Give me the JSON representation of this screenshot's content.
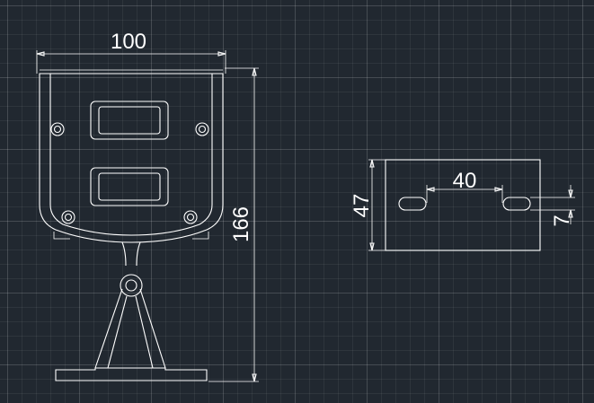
{
  "drawing": {
    "bracket_dims": {
      "width": "100",
      "height": "166"
    },
    "plate_dims": {
      "height": "47",
      "slot_spacing": "40",
      "slot_width": "7"
    },
    "colors": {
      "background": "#212830",
      "line": "#ffffff"
    }
  }
}
